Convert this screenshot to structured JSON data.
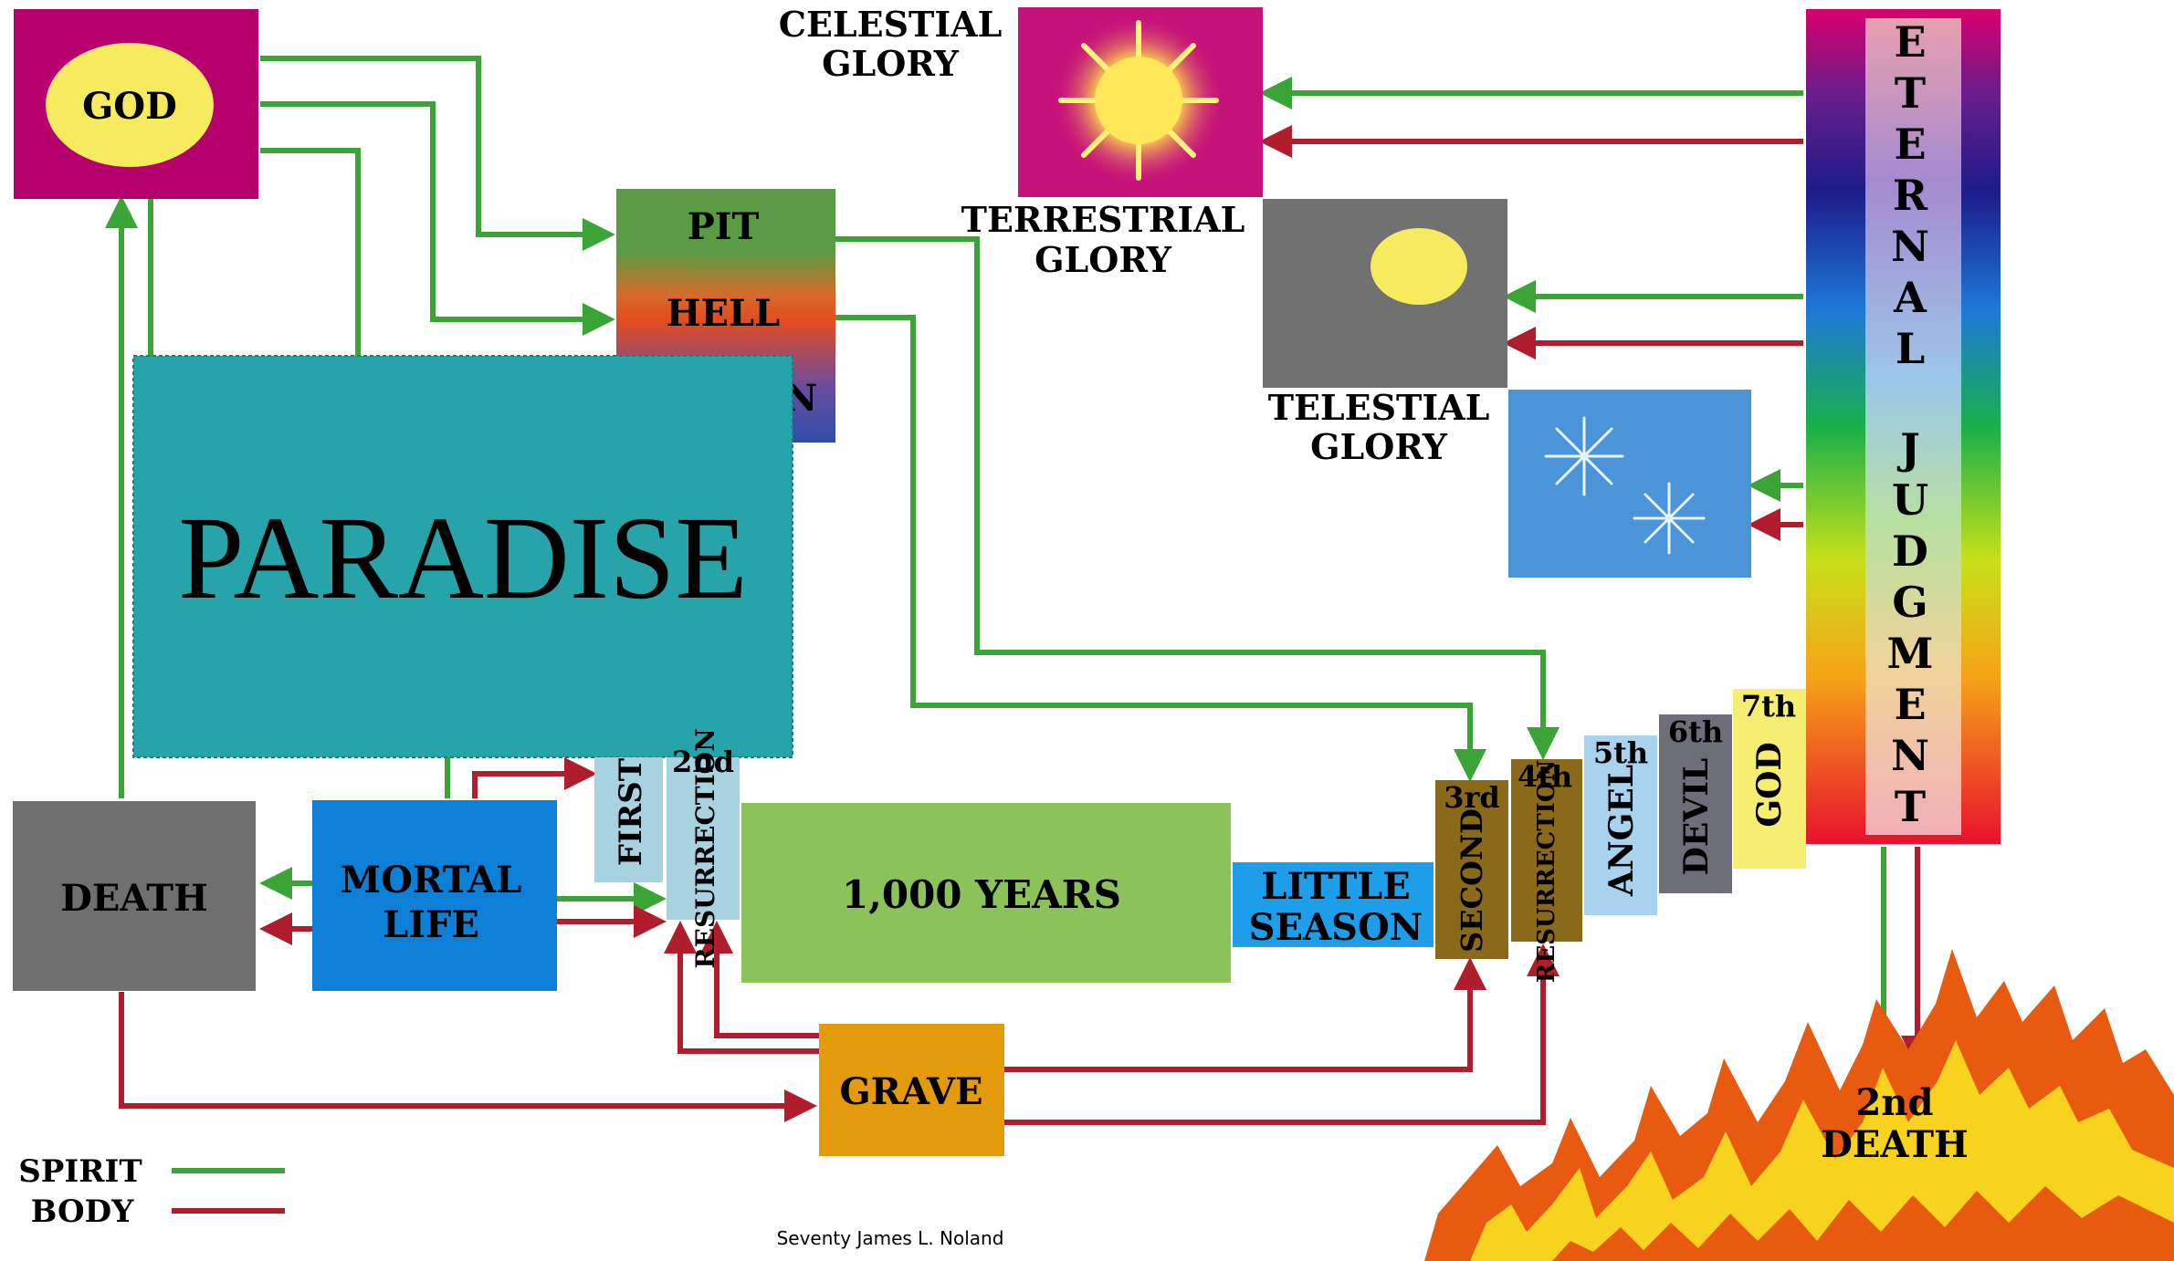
{
  "boxes": {
    "god": "GOD",
    "pit": "PIT",
    "hell": "HELL",
    "hidden_label_fragment": "N",
    "paradise": "PARADISE",
    "death": "DEATH",
    "mortal_life_line1": "MORTAL",
    "mortal_life_line2": "LIFE",
    "first": "FIRST",
    "second_ord": "2nd",
    "first_resurrection": "RESURRECTION",
    "thousand_years": "1,000 YEARS",
    "little_season_line1": "LITTLE",
    "little_season_line2": "SEASON",
    "third_ord": "3rd",
    "second": "SECOND",
    "fourth_ord": "4th",
    "second_resurrection": "RESURRECTION",
    "fifth_ord": "5th",
    "angel": "ANGEL",
    "sixth_ord": "6th",
    "devil": "DEVIL",
    "seventh_ord": "7th",
    "god_seventh": "GOD",
    "grave": "GRAVE",
    "celestial_line1": "CELESTIAL",
    "celestial_line2": "GLORY",
    "terrestrial_line1": "TERRESTRIAL",
    "terrestrial_line2": "GLORY",
    "telestial_line1": "TELESTIAL",
    "telestial_line2": "GLORY",
    "second_death_line1": "2nd",
    "second_death_line2": "DEATH",
    "eternal_judgment_letters": [
      "E",
      "T",
      "E",
      "R",
      "N",
      "A",
      "L",
      "J",
      "U",
      "D",
      "G",
      "M",
      "E",
      "N",
      "T"
    ]
  },
  "legend": {
    "spirit": "SPIRIT",
    "body": "BODY"
  },
  "credit": "Seventy James L. Noland",
  "colors": {
    "spirit_arrow": "#3aa536",
    "body_arrow": "#b01e2e",
    "god_box": "#b5006e",
    "paradise_box": "#26a4aa",
    "death_box": "#6f6f6f",
    "mortal_box": "#0e7fd6",
    "thousand_box": "#8bc25a",
    "grave_box": "#e39a0c",
    "celestial_box": "#c5117a",
    "terrestrial_box": "#717171",
    "telestial_box": "#4b94d8",
    "fire_outer": "#e85a10",
    "fire_inner": "#f7d21e"
  }
}
